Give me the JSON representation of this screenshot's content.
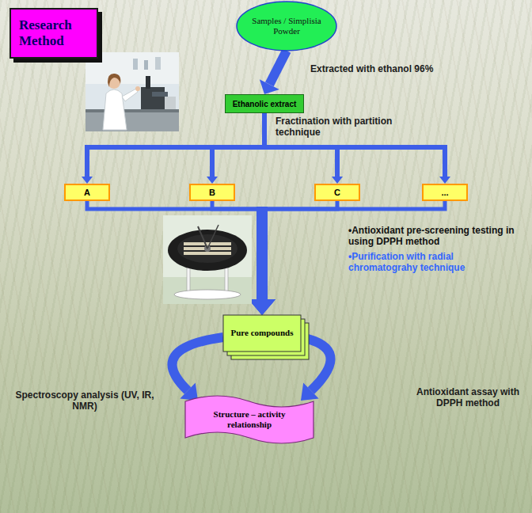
{
  "diagram": {
    "nodes": [
      {
        "text": [
          "Research Method"
        ]
      },
      {
        "text": [
          "Samples / Simplisia Powder"
        ]
      },
      {
        "text": [
          "Ethanolic extract"
        ]
      },
      {
        "text": [
          "A"
        ]
      },
      {
        "text": [
          "B"
        ]
      },
      {
        "text": [
          "C"
        ]
      },
      {
        "text": [
          "..."
        ]
      },
      {
        "text": [
          "Pure compounds"
        ]
      },
      {
        "text": [
          "Structure – activity relationship"
        ]
      }
    ],
    "edges": [
      {
        "from": 1,
        "to": 2,
        "arrow": "to",
        "label": "Extracted with ethanol 96%"
      },
      {
        "from": 2,
        "to": 3,
        "arrow": "to"
      },
      {
        "from": 2,
        "to": 4,
        "arrow": "to"
      },
      {
        "from": 2,
        "to": 5,
        "arrow": "to"
      },
      {
        "from": 2,
        "to": 6,
        "arrow": "to"
      },
      {
        "from": 3,
        "to": 7,
        "arrow": "to"
      },
      {
        "from": 4,
        "to": 7,
        "arrow": "to"
      },
      {
        "from": 5,
        "to": 7,
        "arrow": "to"
      },
      {
        "from": 6,
        "to": 7,
        "arrow": "to"
      },
      {
        "from": 7,
        "to": 8,
        "arrow": "to",
        "label": "Spectroscopy analysis (UV, IR, NMR)"
      },
      {
        "from": 7,
        "to": 8,
        "arrow": "to",
        "label": "Antioxidant assay with DPPH method"
      }
    ],
    "labels": [
      "Fractination with partition technique",
      "•Antioxidant pre-screening testing in using DPPH method",
      "•Purification with radial chromatograhy technique"
    ]
  }
}
